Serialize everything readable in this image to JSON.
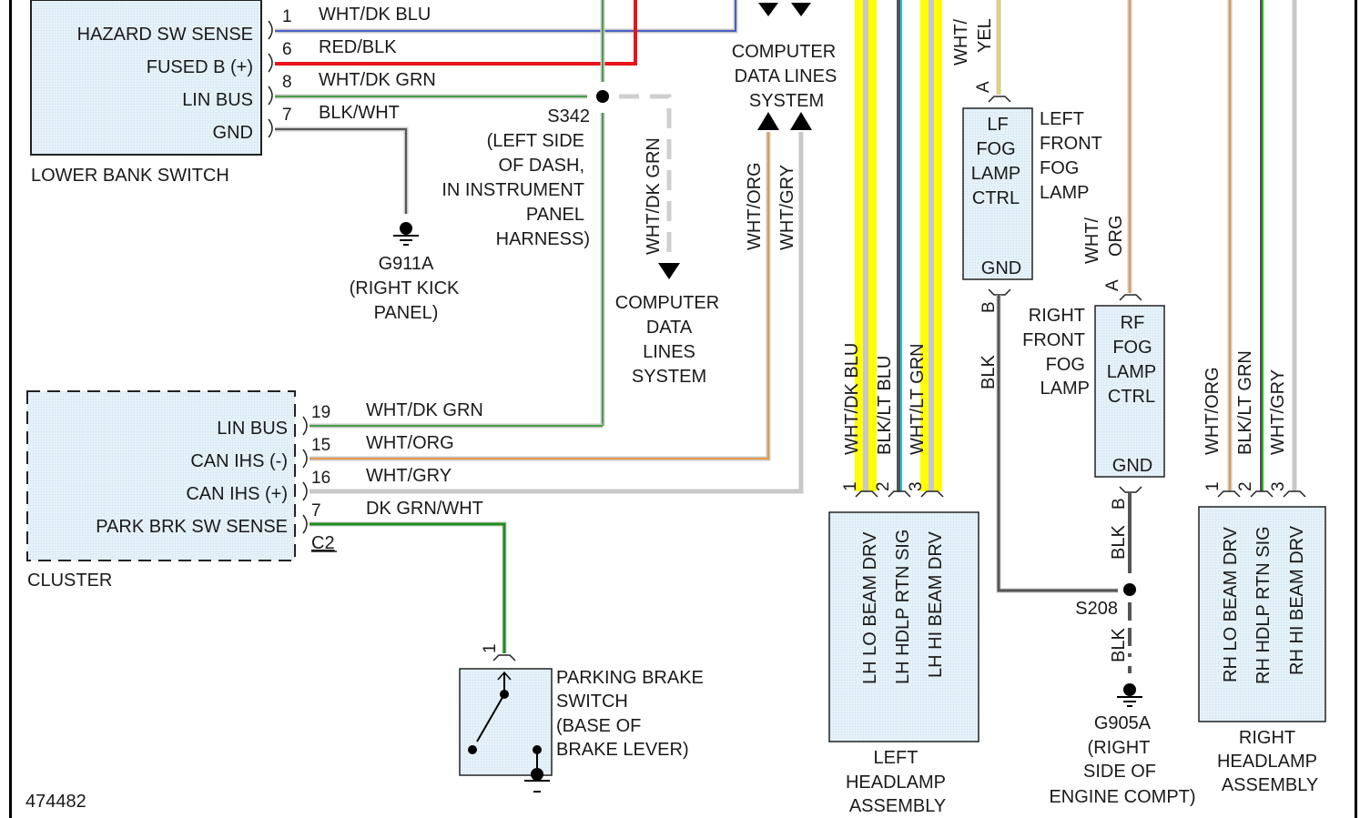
{
  "diagram_id": "474482",
  "lower_bank_switch": {
    "title": "LOWER BANK SWITCH",
    "pins": [
      {
        "name": "HAZARD SW SENSE",
        "pin": "1",
        "wire": "WHT/DK BLU"
      },
      {
        "name": "FUSED B (+)",
        "pin": "6",
        "wire": "RED/BLK"
      },
      {
        "name": "LIN BUS",
        "pin": "8",
        "wire": "WHT/DK GRN"
      },
      {
        "name": "GND",
        "pin": "7",
        "wire": "BLK/WHT"
      }
    ]
  },
  "ground_g911a": {
    "id": "G911A",
    "loc1": "(RIGHT KICK",
    "loc2": "PANEL)"
  },
  "splice_s342": {
    "id": "S342",
    "l1": "(LEFT SIDE",
    "l2": "OF DASH,",
    "l3": "IN INSTRUMENT",
    "l4": "PANEL",
    "l5": "HARNESS)",
    "wire": "WHT/DK GRN"
  },
  "cdl_top": {
    "l1": "COMPUTER",
    "l2": "DATA LINES",
    "l3": "SYSTEM",
    "wire_a": "WHT/ORG",
    "wire_b": "WHT/GRY"
  },
  "cdl_mid": {
    "l1": "COMPUTER",
    "l2": "DATA",
    "l3": "LINES",
    "l4": "SYSTEM"
  },
  "cluster": {
    "title": "CLUSTER",
    "connector": "C2",
    "pins": [
      {
        "name": "LIN BUS",
        "pin": "19",
        "wire": "WHT/DK GRN"
      },
      {
        "name": "CAN IHS (-)",
        "pin": "15",
        "wire": "WHT/ORG"
      },
      {
        "name": "CAN IHS (+)",
        "pin": "16",
        "wire": "WHT/GRY"
      },
      {
        "name": "PARK BRK SW SENSE",
        "pin": "7",
        "wire": "DK GRN/WHT"
      }
    ]
  },
  "parking_brake": {
    "pin": "1",
    "l1": "PARKING BRAKE",
    "l2": "SWITCH",
    "l3": "(BASE OF",
    "l4": "BRAKE LEVER)"
  },
  "left_headlamp": {
    "t1": "LEFT",
    "t2": "HEADLAMP",
    "t3": "ASSEMBLY",
    "pins": [
      {
        "pin": "1",
        "wire": "WHT/DK BLU",
        "func": "LH LO BEAM DRV"
      },
      {
        "pin": "2",
        "wire": "BLK/LT BLU",
        "func": "LH HDLP RTN SIG"
      },
      {
        "pin": "3",
        "wire": "WHT/LT GRN",
        "func": "LH HI BEAM DRV"
      }
    ]
  },
  "lf_fog": {
    "box1": "LF",
    "box2": "FOG",
    "box3": "LAMP",
    "box4": "CTRL",
    "gnd": "GND",
    "n1": "LEFT",
    "n2": "FRONT",
    "n3": "FOG",
    "n4": "LAMP",
    "pin_a": "A",
    "pin_b": "B",
    "wire_a1": "WHT/",
    "wire_a2": "YEL",
    "wire_b": "BLK"
  },
  "rf_fog": {
    "box1": "RF",
    "box2": "FOG",
    "box3": "LAMP",
    "box4": "CTRL",
    "gnd": "GND",
    "n1": "RIGHT",
    "n2": "FRONT",
    "n3": "FOG",
    "n4": "LAMP",
    "pin_a": "A",
    "pin_b": "B",
    "wire_a1": "WHT/",
    "wire_a2": "ORG",
    "wire_b": "BLK"
  },
  "splice_s208": {
    "id": "S208",
    "wire": "BLK"
  },
  "ground_g905a": {
    "id": "G905A",
    "l1": "(RIGHT",
    "l2": "SIDE OF",
    "l3": "ENGINE COMPT)"
  },
  "right_headlamp": {
    "t1": "RIGHT",
    "t2": "HEADLAMP",
    "t3": "ASSEMBLY",
    "pins": [
      {
        "pin": "1",
        "wire": "WHT/ORG",
        "func": "RH LO BEAM DRV"
      },
      {
        "pin": "2",
        "wire": "BLK/LT GRN",
        "func": "RH HDLP RTN SIG"
      },
      {
        "pin": "3",
        "wire": "WHT/GRY",
        "func": "RH HI BEAM DRV"
      }
    ]
  },
  "colors": {
    "box_fill": "#e4f1f9",
    "blue": "#1f3fbf",
    "red": "#e8141c",
    "green": "#1f8f1f",
    "orange": "#f08a1e",
    "gray": "#c8c8c8",
    "dark_gray": "#555555",
    "yellow": "#ffff00",
    "cyan": "#17c7d7",
    "light_green": "#20e020"
  }
}
